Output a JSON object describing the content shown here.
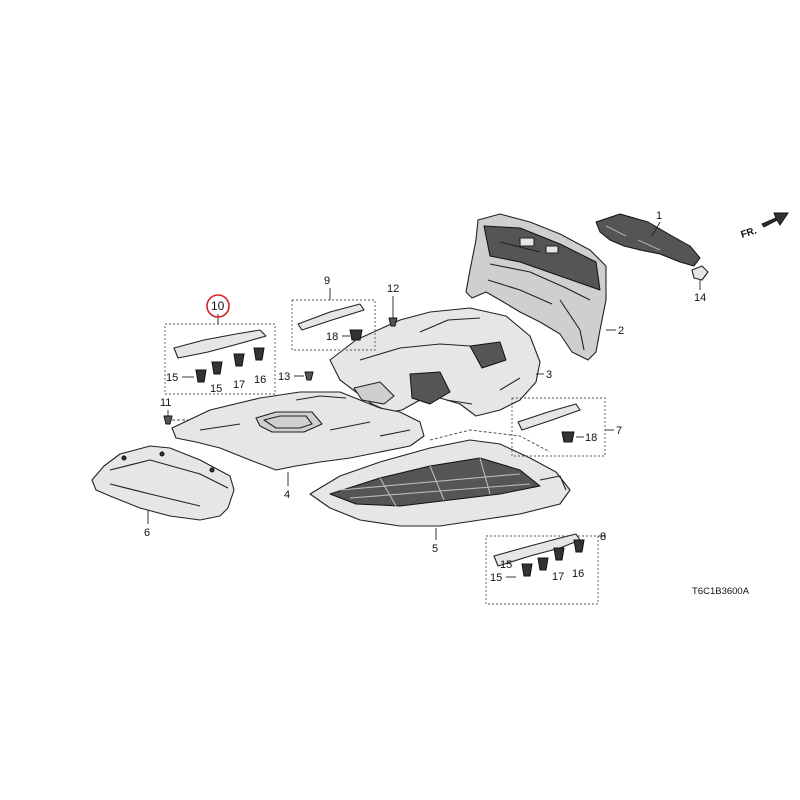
{
  "diagram": {
    "code": "T6C1B3600A",
    "front_label": "FR.",
    "highlight_color": "#d32020",
    "callouts": {
      "p1": "1",
      "p2": "2",
      "p3": "3",
      "p4": "4",
      "p5": "5",
      "p6": "6",
      "p7": "7",
      "p8": "8",
      "p9": "9",
      "p10": "10",
      "p11": "11",
      "p12": "12",
      "p13": "13",
      "p14": "14",
      "g10_15a": "15",
      "g10_15b": "15",
      "g10_17": "17",
      "g10_16": "16",
      "g9_18": "18",
      "g7_18": "18",
      "g8_15a": "15",
      "g8_15b": "15",
      "g8_17": "17",
      "g8_16": "16"
    },
    "highlighted_part": "10"
  }
}
